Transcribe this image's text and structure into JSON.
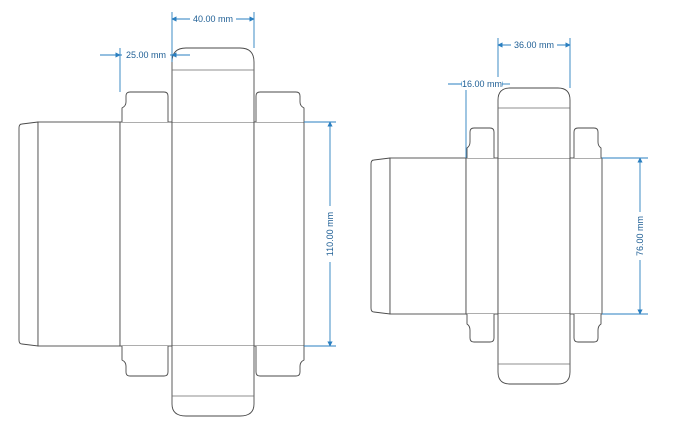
{
  "dimensions": {
    "large_width_label": "40.00 mm",
    "large_depth_label": "25.00 mm",
    "large_height_label": "110.00 mm",
    "small_width_label": "36.00 mm",
    "small_depth_label": "16.00 mm",
    "small_height_label": "76.00 mm"
  },
  "colors": {
    "dimension_line": "#2a7fc0",
    "dimension_text": "#1f5f95",
    "outline": "#4a4a4a"
  }
}
